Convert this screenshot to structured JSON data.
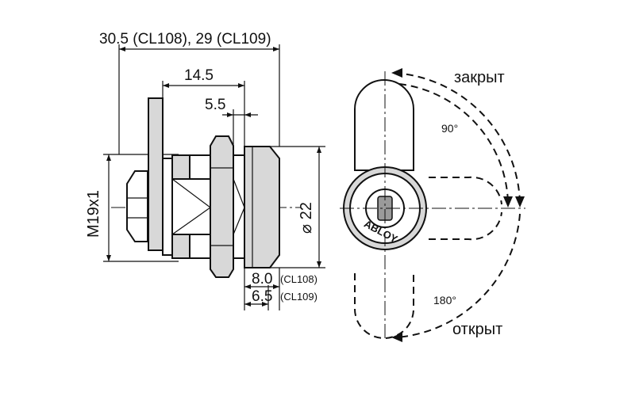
{
  "dimensions": {
    "overall_length": "30.5 (CL108), 29 (CL109)",
    "length_14_5": "14.5",
    "length_5_5": "5.5",
    "thread": "M19x1",
    "face_diameter": "⌀ 22",
    "cl108_value": "8.0",
    "cl108_model": "(CL108)",
    "cl109_value": "6.5",
    "cl109_model": "(CL109)"
  },
  "front_view": {
    "brand": "ABLOY",
    "state_closed": "закрыт",
    "state_open": "открыт",
    "angle_90": "90°",
    "angle_180": "180°"
  }
}
